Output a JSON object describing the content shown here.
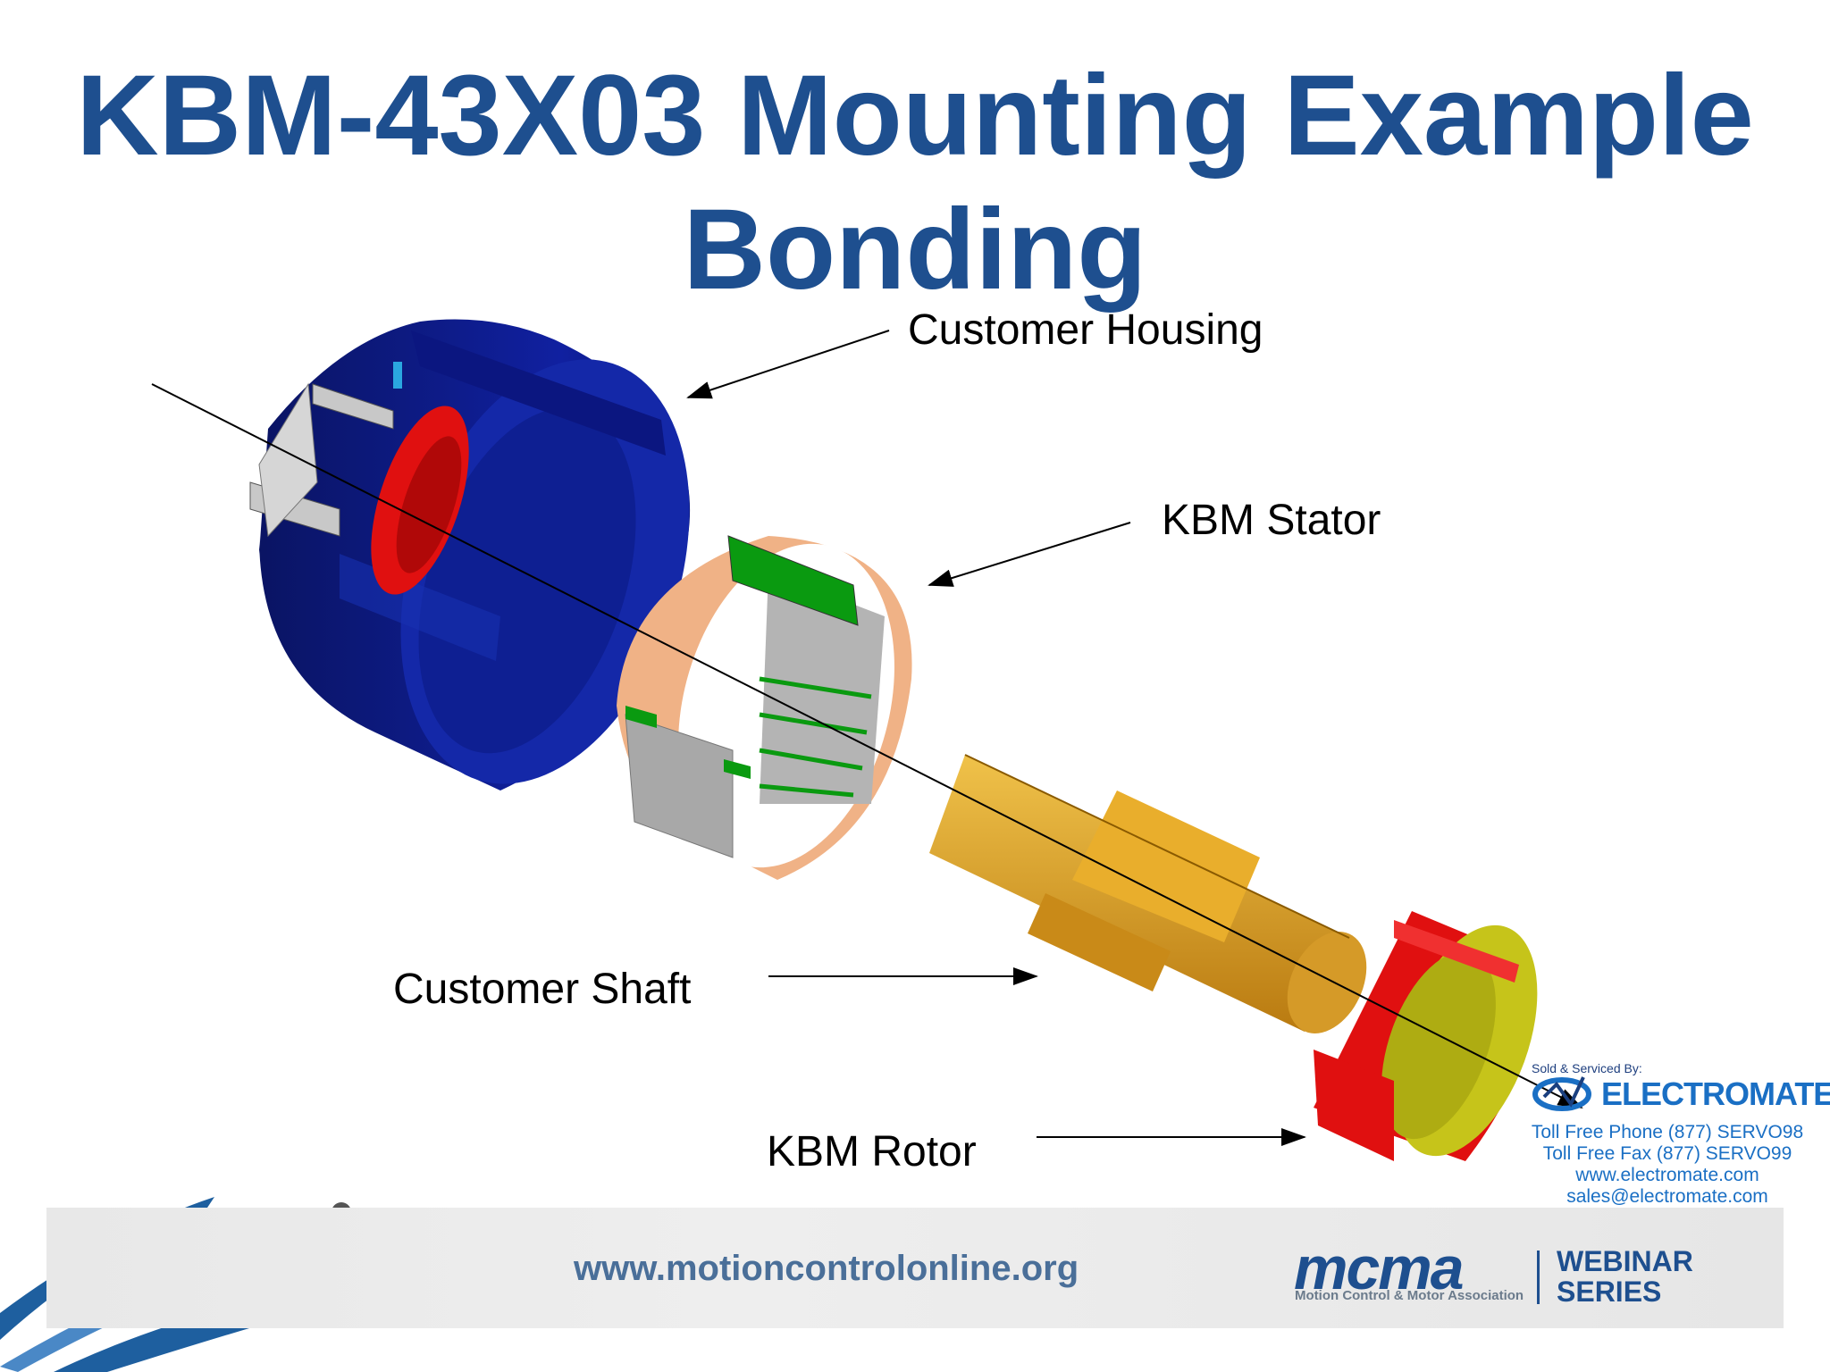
{
  "slide": {
    "title_line1": "KBM-43X03 Mounting Example",
    "title_line2": "Bonding"
  },
  "labels": {
    "housing": "Customer Housing",
    "stator": "KBM Stator",
    "shaft": "Customer Shaft",
    "rotor": "KBM Rotor"
  },
  "vendor": {
    "sold_by": "Sold & Serviced By:",
    "name": "ELECTROMATE",
    "phone": "Toll Free Phone  (877) SERVO98",
    "fax": "Toll Free Fax  (877) SERVO99",
    "web": "www.electromate.com",
    "email": "sales@electromate.com"
  },
  "footer": {
    "url": "www.motioncontrolonline.org",
    "logo_word": "mcma",
    "logo_sub": "Motion Control & Motor Association",
    "series_line1": "WEBINAR",
    "series_line2": "SERIES"
  },
  "colors": {
    "title": "#1e4f8f",
    "housing": "#0c1a7a",
    "stator_copper": "#e8a67a",
    "winding_green": "#0a9a10",
    "shaft_gold": "#d99a1e",
    "rotor_red": "#e01010",
    "rotor_yellow": "#c6c41a"
  }
}
